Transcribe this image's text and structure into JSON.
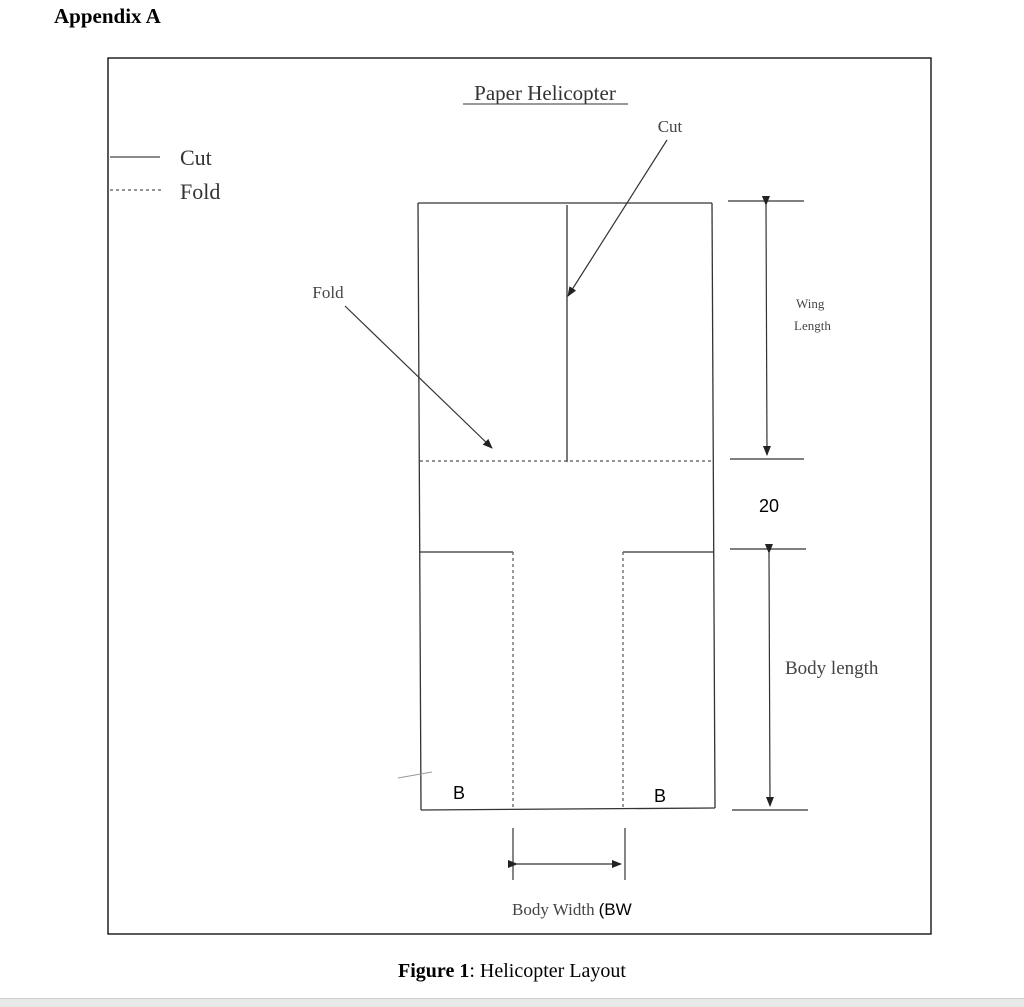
{
  "heading": "Appendix A",
  "diagram": {
    "title": "Paper Helicopter",
    "legend": {
      "cut": "Cut",
      "fold": "Fold"
    },
    "callouts": {
      "cut": "Cut",
      "fold": "Fold"
    },
    "dimensions": {
      "wing_length_line1": "Wing",
      "wing_length_line2": "Length",
      "middle_value": "20",
      "body_length": "Body length",
      "body_width": "Body Width",
      "body_width_abbr": "(BW"
    },
    "flap_labels": {
      "left": "B",
      "right": "B"
    }
  },
  "caption": {
    "label": "Figure 1",
    "text": ": Helicopter Layout"
  }
}
